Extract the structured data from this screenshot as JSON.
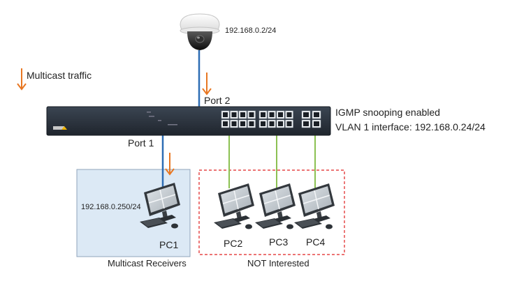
{
  "camera": {
    "ip": "192.168.0.2/24"
  },
  "legend": {
    "label": "Multicast traffic",
    "arrow_color": "#e87722"
  },
  "switch": {
    "port_uplink": "Port 2",
    "port_receiver": "Port 1",
    "status": "IGMP snooping enabled",
    "vlan": "VLAN 1 interface: 192.168.0.24/24"
  },
  "pcs": [
    {
      "name": "PC1",
      "ip": "192.168.0.250/24",
      "link_color": "#2e6db4"
    },
    {
      "name": "PC2",
      "link_color": "#8cc152"
    },
    {
      "name": "PC3",
      "link_color": "#8cc152"
    },
    {
      "name": "PC4",
      "link_color": "#8cc152"
    }
  ],
  "groups": {
    "receivers": {
      "label": "Multicast Receivers",
      "fill": "#dce9f5",
      "border": "#8fa4bb"
    },
    "not_interested": {
      "label": "NOT Interested",
      "border": "#e02020"
    }
  }
}
